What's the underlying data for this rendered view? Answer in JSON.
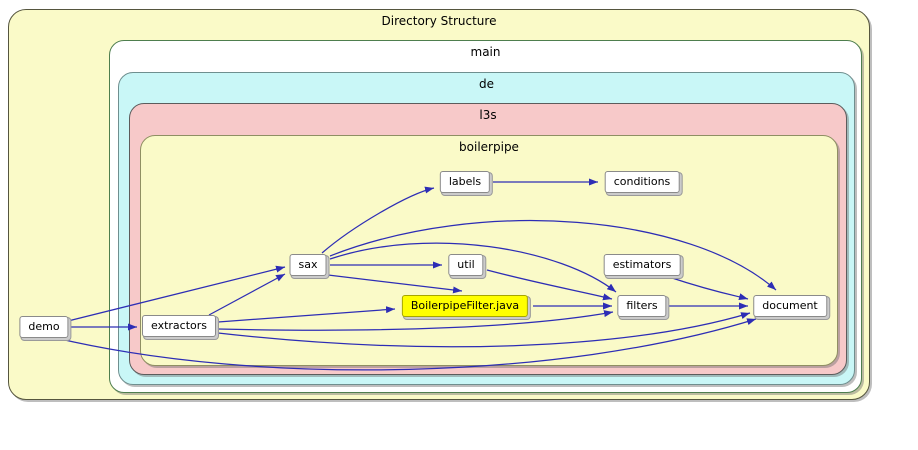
{
  "diagram_title": "Directory Structure",
  "containers": {
    "outer": {
      "label": "Directory Structure"
    },
    "main": {
      "label": "main"
    },
    "de": {
      "label": "de"
    },
    "l3s": {
      "label": "l3s"
    },
    "boilerpipe": {
      "label": "boilerpipe"
    }
  },
  "nodes": {
    "demo": {
      "label": "demo"
    },
    "extractors": {
      "label": "extractors"
    },
    "sax": {
      "label": "sax"
    },
    "labels": {
      "label": "labels"
    },
    "conditions": {
      "label": "conditions"
    },
    "util": {
      "label": "util"
    },
    "boilerpipe_filter": {
      "label": "BoilerpipeFilter.java",
      "highlighted": true
    },
    "estimators": {
      "label": "estimators"
    },
    "filters": {
      "label": "filters"
    },
    "document": {
      "label": "document"
    }
  },
  "edges": [
    {
      "from": "demo",
      "to": "extractors"
    },
    {
      "from": "demo",
      "to": "sax"
    },
    {
      "from": "demo",
      "to": "document"
    },
    {
      "from": "extractors",
      "to": "sax"
    },
    {
      "from": "extractors",
      "to": "boilerpipe_filter"
    },
    {
      "from": "extractors",
      "to": "filters"
    },
    {
      "from": "extractors",
      "to": "document"
    },
    {
      "from": "sax",
      "to": "labels"
    },
    {
      "from": "sax",
      "to": "util"
    },
    {
      "from": "sax",
      "to": "boilerpipe_filter"
    },
    {
      "from": "sax",
      "to": "filters"
    },
    {
      "from": "sax",
      "to": "document"
    },
    {
      "from": "labels",
      "to": "conditions"
    },
    {
      "from": "util",
      "to": "filters"
    },
    {
      "from": "boilerpipe_filter",
      "to": "filters"
    },
    {
      "from": "estimators",
      "to": "document"
    },
    {
      "from": "filters",
      "to": "document"
    }
  ],
  "colors": {
    "arrow": "#2d2db5",
    "outer_fill": "#fafac8",
    "main_fill": "#ffffff",
    "de_fill": "#c9f7f7",
    "l3s_fill": "#f7c9c9",
    "boilerpipe_fill": "#fafac8",
    "highlight_fill": "#ffff00"
  }
}
